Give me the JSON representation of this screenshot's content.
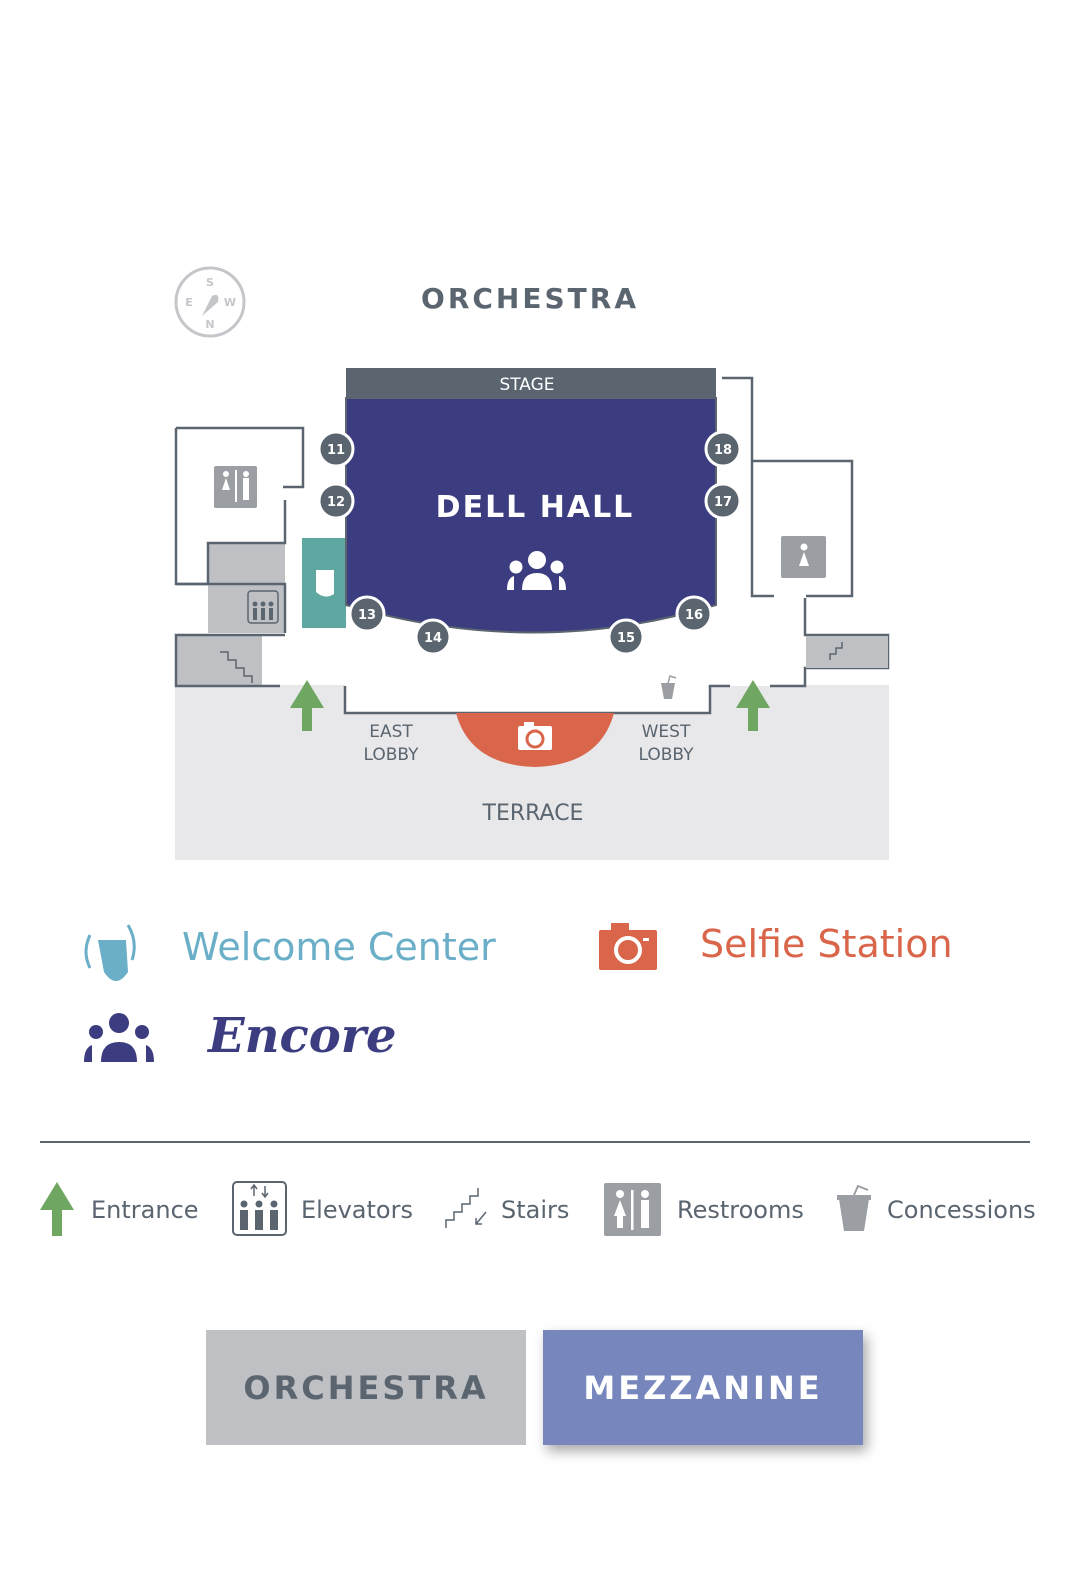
{
  "map": {
    "title": "ORCHESTRA",
    "compass": {
      "s": "S",
      "e": "E",
      "w": "W",
      "n": "N"
    },
    "stage_label": "STAGE",
    "hall_label": "DELL HALL",
    "doors": [
      "11",
      "12",
      "13",
      "14",
      "15",
      "16",
      "17",
      "18"
    ],
    "east_lobby": [
      "EAST",
      "LOBBY"
    ],
    "west_lobby": [
      "WEST",
      "LOBBY"
    ],
    "terrace": "TERRACE"
  },
  "legend_primary": {
    "welcome_center": "Welcome Center",
    "selfie_station": "Selfie Station",
    "encore": "Encore"
  },
  "legend_secondary": {
    "entrance": "Entrance",
    "elevators": "Elevators",
    "stairs": "Stairs",
    "restrooms": "Restrooms",
    "concessions": "Concessions"
  },
  "floor_buttons": {
    "orchestra": "ORCHESTRA",
    "mezzanine": "MEZZANINE",
    "active": "orchestra"
  },
  "colors": {
    "hall": "#3c3c80",
    "stage": "#5a6570",
    "welcome": "#6aaec8",
    "welcome_room": "#5fa8a2",
    "selfie": "#d9664a",
    "entrance": "#6fa661",
    "terrace": "#e8e8ea",
    "mezzanine_button": "#7787bd"
  }
}
